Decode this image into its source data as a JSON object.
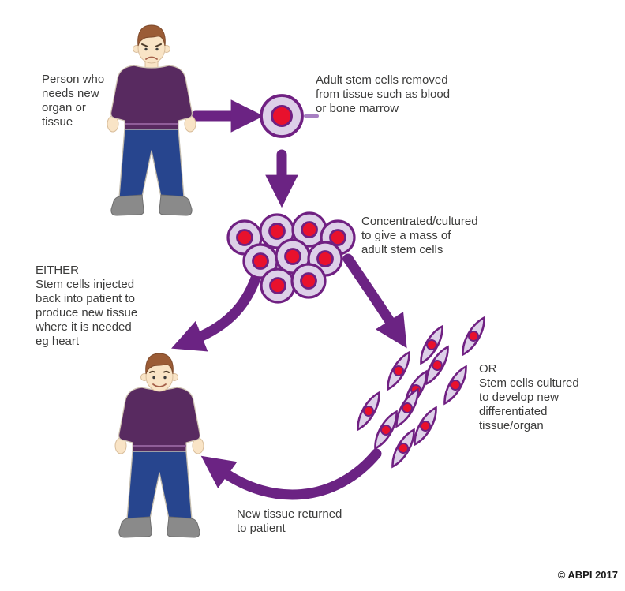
{
  "labels": {
    "person": "Person who\nneeds new\norgan or\ntissue",
    "removed": "Adult stem cells removed\nfrom tissue such as blood\nor bone marrow",
    "cultured": "Concentrated/cultured\nto give a mass of\nadult stem cells",
    "either": "EITHER\nStem cells injected\nback into patient to\nproduce new tissue\nwhere it is needed\neg heart",
    "or": "OR\nStem cells cultured\nto develop new\ndifferentiated\ntissue/organ",
    "returned": "New tissue returned\nto patient",
    "copyright": "© ABPI 2017"
  },
  "colors": {
    "arrow": "#6B2383",
    "pointer_dash": "#A77FC2",
    "cell_fill": "#DDD0E8",
    "cell_stroke": "#702082",
    "nucleus_red": "#E8112D",
    "sweater_purple": "#582A60",
    "waistband": "#8F5E99",
    "jeans_blue": "#27458E",
    "shoe_gray": "#8A8A8A",
    "skin_tone": "#F9E4C6",
    "hair_brown": "#9B5C36",
    "text_dark": "#3C3C3B"
  }
}
